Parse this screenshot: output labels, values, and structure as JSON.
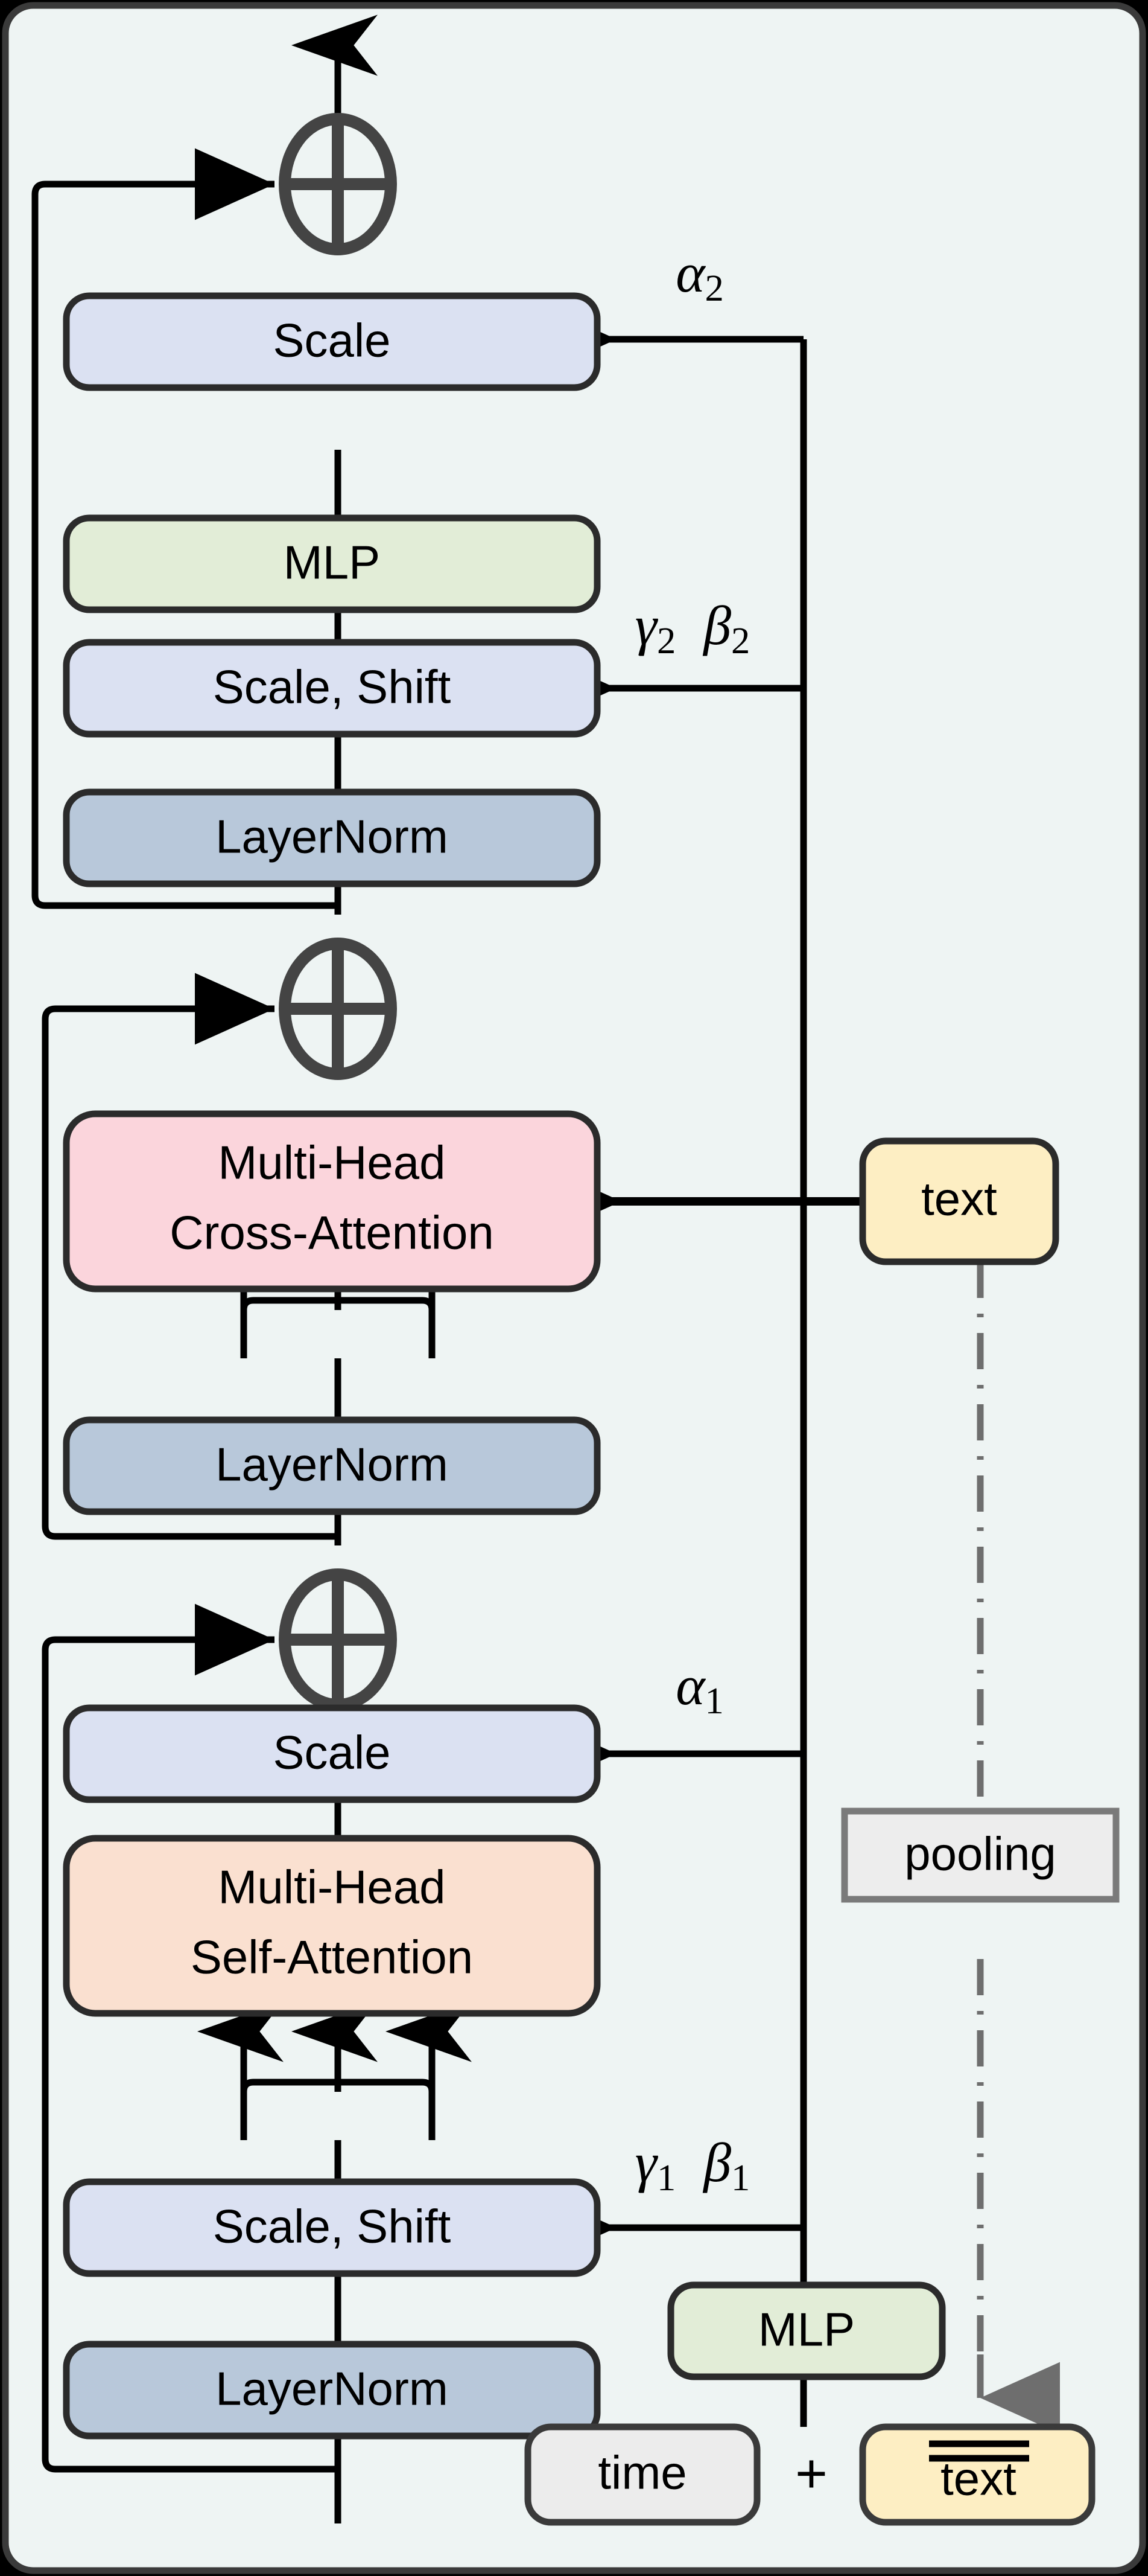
{
  "diagram": {
    "title": "Transformer block with adaptive layer norm and cross-attention",
    "panel": {
      "background": "#eef4f3",
      "border": "#3a3a3a"
    },
    "colors": {
      "scale_fill": "#dbe1f2",
      "mlp_fill": "#e2edd7",
      "layernorm_fill": "#b8c8da",
      "cross_attention_fill": "#fbd5dc",
      "self_attention_fill": "#fae0d0",
      "text_fill": "#fdeec3",
      "neutral_fill": "#ececec",
      "pooling_fill": "#ededed",
      "stroke": "#2b2b2b",
      "dashed_stroke": "#6e6e6e"
    },
    "blocks": [
      {
        "id": "scale_2",
        "label": "Scale",
        "fill_key": "scale_fill"
      },
      {
        "id": "mlp_2",
        "label": "MLP",
        "fill_key": "mlp_fill"
      },
      {
        "id": "scale_shift_2",
        "label": "Scale, Shift",
        "fill_key": "scale_fill"
      },
      {
        "id": "layernorm_3",
        "label": "LayerNorm",
        "fill_key": "layernorm_fill"
      },
      {
        "id": "cross_attn",
        "label_line1": "Multi-Head",
        "label_line2": "Cross-Attention",
        "fill_key": "cross_attention_fill"
      },
      {
        "id": "layernorm_2",
        "label": "LayerNorm",
        "fill_key": "layernorm_fill"
      },
      {
        "id": "scale_1",
        "label": "Scale",
        "fill_key": "scale_fill"
      },
      {
        "id": "self_attn",
        "label_line1": "Multi-Head",
        "label_line2": "Self-Attention",
        "fill_key": "self_attention_fill"
      },
      {
        "id": "scale_shift_1",
        "label": "Scale, Shift",
        "fill_key": "scale_fill"
      },
      {
        "id": "layernorm_1",
        "label": "LayerNorm",
        "fill_key": "layernorm_fill"
      }
    ],
    "side_blocks": [
      {
        "id": "text_cond",
        "label": "text",
        "fill_key": "text_fill"
      },
      {
        "id": "pooling",
        "label": "pooling",
        "fill_key": "pooling_fill"
      },
      {
        "id": "mlp_cond",
        "label": "MLP",
        "fill_key": "mlp_fill"
      },
      {
        "id": "time_token",
        "label": "time",
        "fill_key": "neutral_fill"
      },
      {
        "id": "text_pooled",
        "label": "text",
        "fill_key": "text_fill",
        "overline": "double"
      }
    ],
    "operators": [
      {
        "id": "add_3",
        "symbol": "plus-circle"
      },
      {
        "id": "add_2",
        "symbol": "plus-circle"
      },
      {
        "id": "add_1",
        "symbol": "plus-circle"
      },
      {
        "id": "sum_plus",
        "symbol": "+",
        "label": "+"
      }
    ],
    "edge_labels": [
      {
        "id": "alpha_2",
        "greek": "α",
        "sub": "2"
      },
      {
        "id": "gamma_2",
        "greek": "γ",
        "sub": "2"
      },
      {
        "id": "beta_2",
        "greek": "β",
        "sub": "2"
      },
      {
        "id": "alpha_1",
        "greek": "α",
        "sub": "1"
      },
      {
        "id": "gamma_1",
        "greek": "γ",
        "sub": "1"
      },
      {
        "id": "beta_1",
        "greek": "β",
        "sub": "1"
      }
    ]
  }
}
